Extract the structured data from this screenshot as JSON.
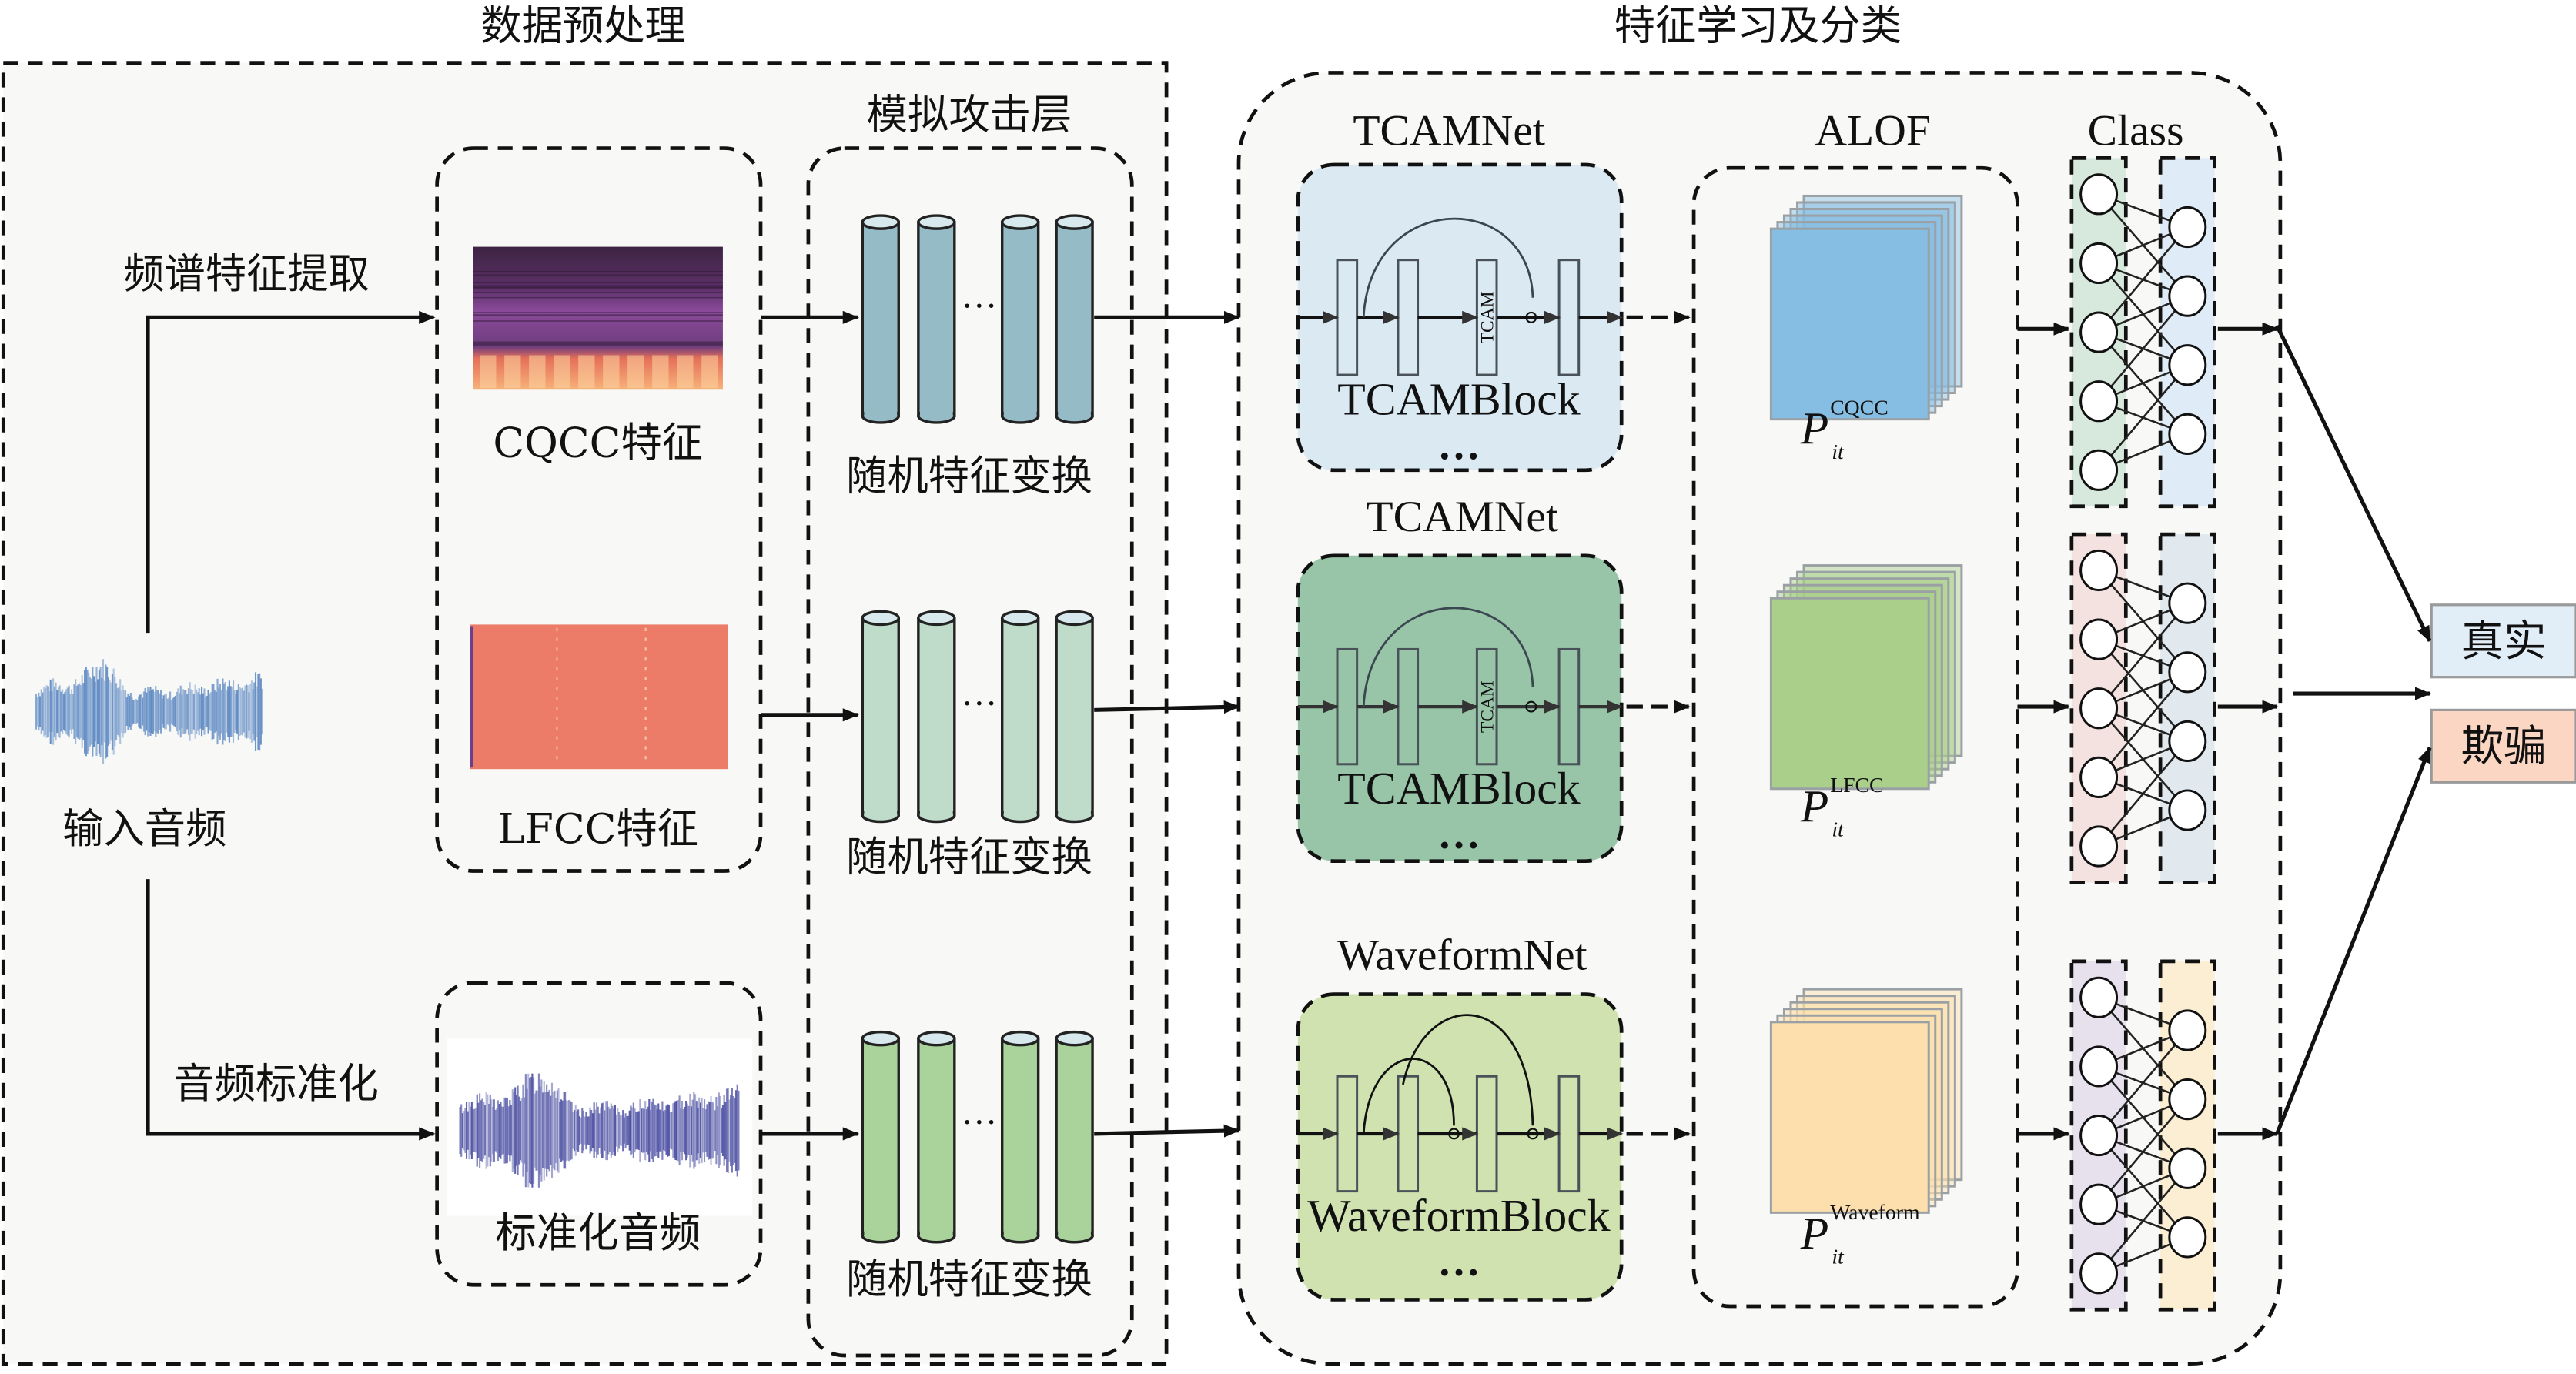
{
  "sections": {
    "preprocessing_title": "数据预处理",
    "learning_title": "特征学习及分类",
    "attack_layer_title": "模拟攻击层"
  },
  "input": {
    "label": "输入音频",
    "waveform_color": "#4f7fbf"
  },
  "branches": [
    {
      "edge_label": "频谱特征提取",
      "feature_label": "CQCC特征",
      "feature_type": "spectrogram",
      "transform_label": "随机特征变换",
      "cylinder_color": "#95bcc6",
      "net_title": "TCAMNet",
      "block_label": "TCAMBlock",
      "block_fill": "#dbe9f3",
      "module_label": "TCAM",
      "ellipsis": "…",
      "alof_fill": "#86bde2",
      "alof_symbol": "P",
      "alof_sub": "it",
      "alof_sup": "CQCC",
      "classifier_fills": [
        "#d7e9dc",
        "#dfebf6"
      ]
    },
    {
      "edge_label": "",
      "feature_label": "LFCC特征",
      "feature_type": "spectrogram",
      "transform_label": "随机特征变换",
      "cylinder_color": "#bfdccb",
      "net_title": "TCAMNet",
      "block_label": "TCAMBlock",
      "block_fill": "#98c4a8",
      "module_label": "TCAM",
      "ellipsis": "…",
      "alof_fill": "#a9cf8a",
      "alof_symbol": "P",
      "alof_sub": "it",
      "alof_sup": "LFCC",
      "classifier_fills": [
        "#f3e2df",
        "#e1e9ef"
      ]
    },
    {
      "edge_label": "音频标准化",
      "feature_label": "标准化音频",
      "feature_type": "waveform",
      "transform_label": "随机特征变换",
      "cylinder_color": "#a9d39a",
      "net_title": "WaveformNet",
      "block_label": "WaveformBlock",
      "block_fill": "#cfe2b0",
      "module_label": "",
      "ellipsis": "…",
      "alof_fill": "#fddfae",
      "alof_symbol": "P",
      "alof_sub": "it",
      "alof_sup": "Waveform",
      "classifier_fills": [
        "#e7e1ee",
        "#fbeed2"
      ]
    }
  ],
  "alof_title": "ALOF",
  "class_title": "Class",
  "cylinder_ellipsis": "…",
  "outputs": [
    {
      "label": "真实",
      "fill": "#e1edf7"
    },
    {
      "label": "欺骗",
      "fill": "#fbd6c3"
    }
  ],
  "colors": {
    "cqcc_spectrogram_top": "#4b2a52",
    "cqcc_spectrogram_mid": "#7a3e86",
    "cqcc_spectrogram_bottom": "#f29a6a",
    "lfcc_spectrogram": "#ec7b68",
    "normalized_waveform": "#3b3f9a",
    "panel_bg": "#f8f8f6"
  }
}
